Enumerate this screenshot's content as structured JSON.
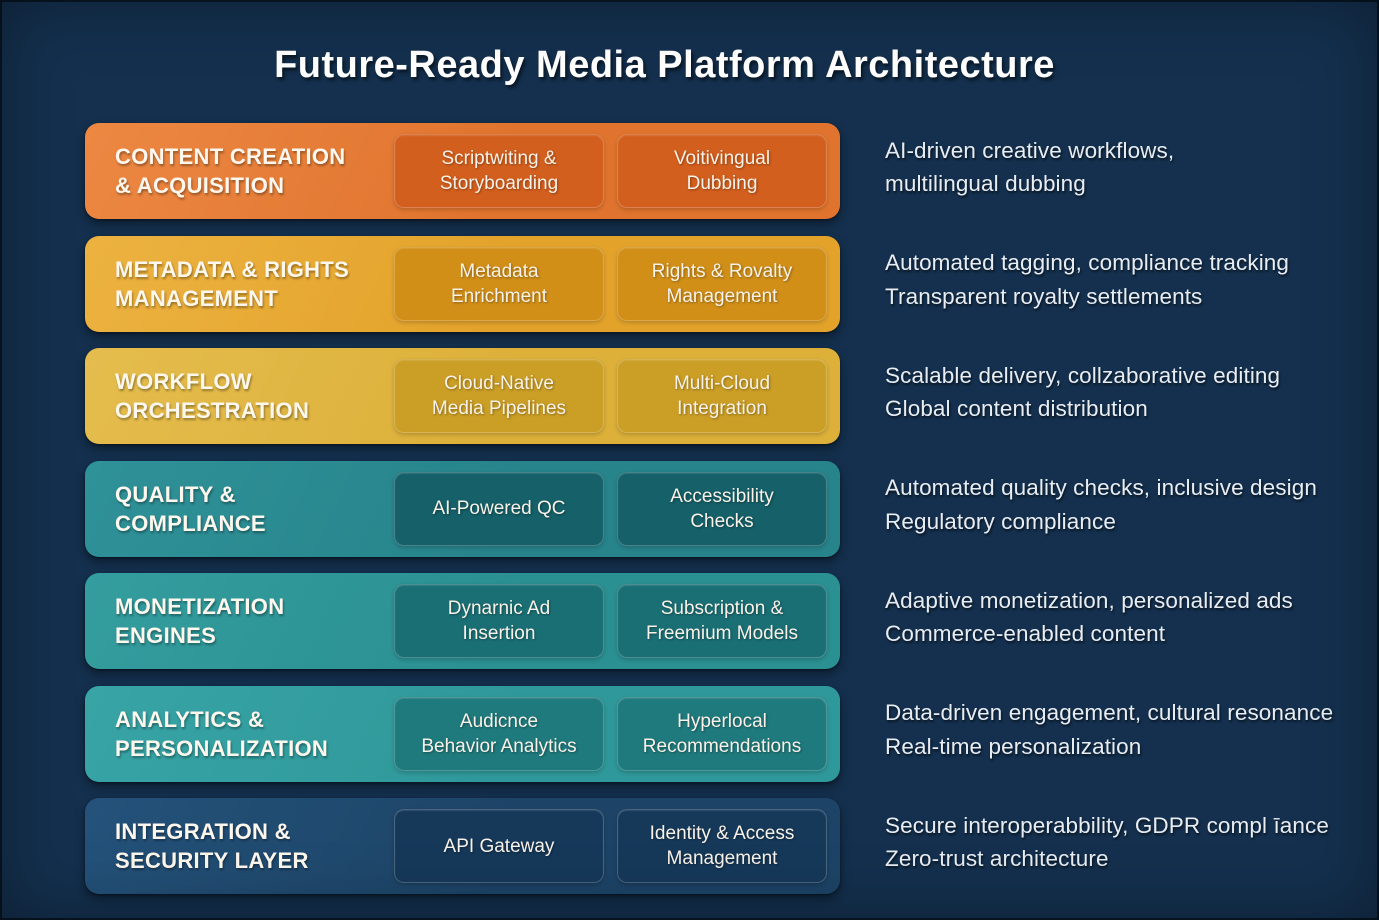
{
  "title": "Future-Ready Media Platform Architecture",
  "colors": {
    "background": "#14304e",
    "title_text": "#ffffff",
    "description_text": "#e8edf3"
  },
  "layers": [
    {
      "name_lines": [
        "CONTENT CREATION",
        "& ACQUISITION"
      ],
      "modules": [
        "Scriptwiting &\nStoryboarding",
        "Voitivingual\nDubbing"
      ],
      "description_lines": [
        "AI-driven creative workflows,",
        "multilingual dubbing"
      ],
      "bar_color": "#e0742e",
      "bar_color_light": "#ec8843",
      "module_color": "#d35f1e"
    },
    {
      "name_lines": [
        "METADATA & RIGHTS",
        "MANAGEMENT"
      ],
      "modules": [
        "Metadata\nEnrichment",
        "Rights & Rovalty\nManagement"
      ],
      "description_lines": [
        "Automated tagging, compliance tracking",
        "Transparent royalty settlements"
      ],
      "bar_color": "#e3a32b",
      "bar_color_light": "#ecb240",
      "module_color": "#d18f18"
    },
    {
      "name_lines": [
        "WORKFLOW",
        "ORCHESTRATION"
      ],
      "modules": [
        "Cloud-Native\nMedia Pipelines",
        "Multi-Cloud\nIntegration"
      ],
      "description_lines": [
        "Scalable delivery, collzaborative editing",
        "Global content distribution"
      ],
      "bar_color": "#dcb039",
      "bar_color_light": "#e5bd4e",
      "module_color": "#cb9e26"
    },
    {
      "name_lines": [
        "QUALITY &",
        "COMPLIANCE"
      ],
      "modules": [
        "AI-Powered QC",
        "Accessibility\nChecks"
      ],
      "description_lines": [
        "Automated quality checks, inclusive design",
        "Regulatory compliance"
      ],
      "bar_color": "#27848b",
      "bar_color_light": "#2f9298",
      "module_color": "#156069"
    },
    {
      "name_lines": [
        "MONETIZATION",
        "ENGINES"
      ],
      "modules": [
        "Dynarnic Ad\nInsertion",
        "Subscription &\nFreemium Models"
      ],
      "description_lines": [
        "Adaptive monetization, personalized ads",
        "Commerce-enabled content"
      ],
      "bar_color": "#2b9092",
      "bar_color_light": "#349d9e",
      "module_color": "#1a6f75"
    },
    {
      "name_lines": [
        "ANALYTICS &",
        "PERSONALIZATION"
      ],
      "modules": [
        "Audicnce\nBehavior Analytics",
        "Hyperlocal\nRecommendations"
      ],
      "description_lines": [
        "Data-driven engagement, cultural resonance",
        "Real-time personalization"
      ],
      "bar_color": "#2f989a",
      "bar_color_light": "#38a4a5",
      "module_color": "#1f7a7d"
    },
    {
      "name_lines": [
        "INTEGRATION &",
        "SECURITY LAYER"
      ],
      "modules": [
        "API Gateway",
        "Identity & Access\nManagement"
      ],
      "description_lines": [
        "Secure interoperabbility, GDPR compl īance",
        "Zero-trust architecture"
      ],
      "bar_color": "#1d4467",
      "bar_color_light": "#24527a",
      "module_color": "#16395a"
    }
  ]
}
